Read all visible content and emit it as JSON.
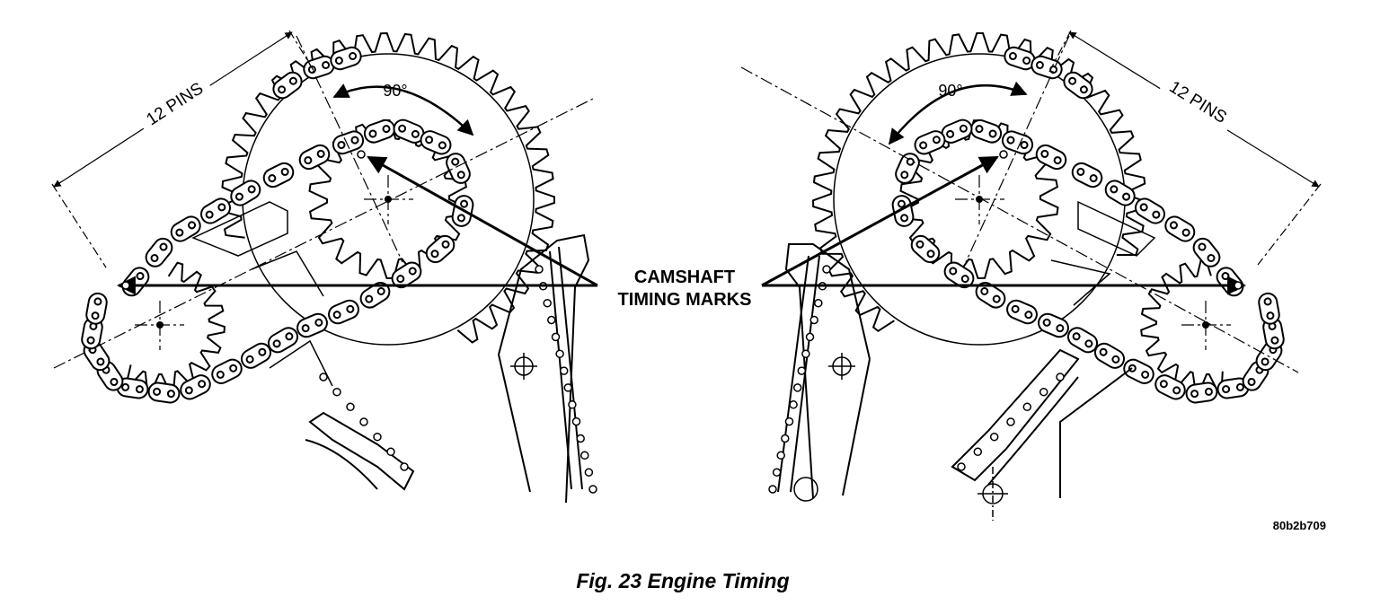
{
  "callout": {
    "line1": "CAMSHAFT",
    "line2": "TIMING MARKS"
  },
  "left": {
    "angle_label": "90°",
    "pins_label": "12 PINS"
  },
  "right": {
    "angle_label": "90°",
    "pins_label": "12 PINS"
  },
  "reference_code": "80b2b709",
  "caption": "Fig. 23 Engine Timing",
  "colors": {
    "ink": "#000000",
    "paper": "#ffffff"
  }
}
